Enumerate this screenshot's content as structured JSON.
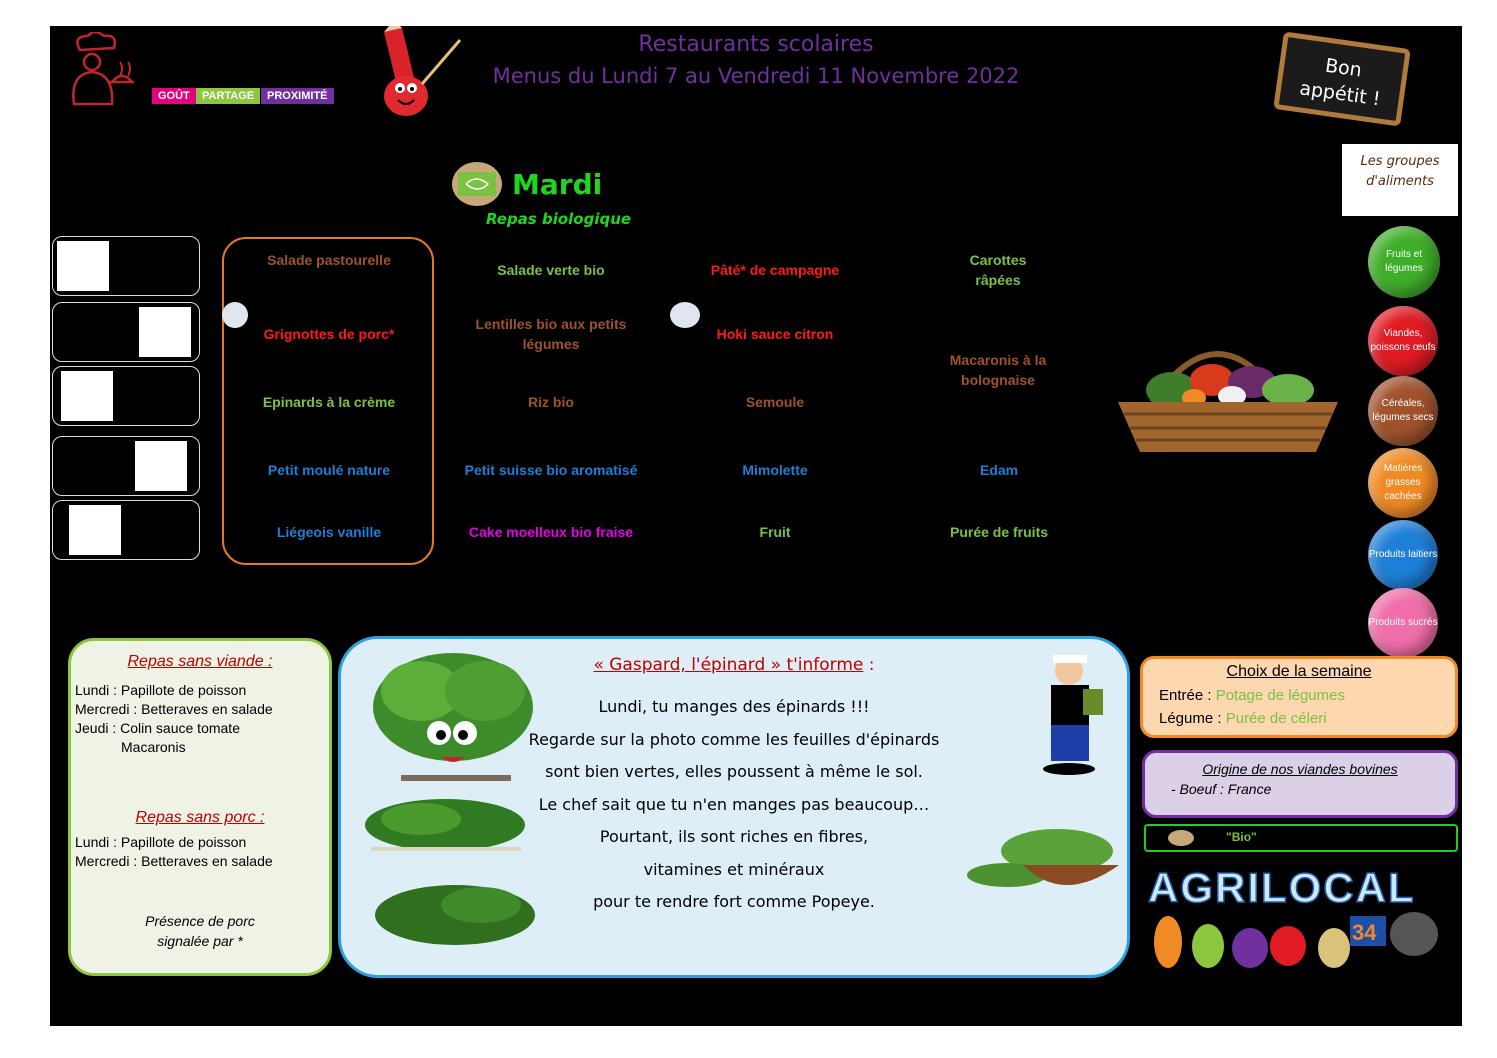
{
  "header": {
    "title": "Restaurants scolaires",
    "subtitle": "Menus du Lundi 7 au Vendredi 11 Novembre 2022",
    "tags": [
      "GOÛT",
      "PARTAGE",
      "PROXIMITÉ"
    ],
    "board": [
      "Bon",
      "appétit !"
    ]
  },
  "groups": {
    "heading": "Les groupes d'aliments",
    "items": [
      {
        "label": "Fruits et légumes",
        "color": "#3fae2a"
      },
      {
        "label": "Viandes, poissons œufs",
        "color": "#e01b24"
      },
      {
        "label": "Céréales, légumes secs",
        "color": "#a0522d"
      },
      {
        "label": "Matières grasses cachées",
        "color": "#f08a24"
      },
      {
        "label": "Produits laitiers",
        "color": "#1e7fd8"
      },
      {
        "label": "Produits sucrés",
        "color": "#f06ea9"
      }
    ]
  },
  "day": {
    "name": "Mardi",
    "note": "Repas biologique"
  },
  "menu": {
    "col1": [
      {
        "text": "Salade pastourelle",
        "color": "#a0522d"
      },
      {
        "text": "Grignottes de porc*",
        "color": "#ff1a1a"
      },
      {
        "text": "Epinards à la crème",
        "color": "#7cc242"
      },
      {
        "text": "Petit moulé nature",
        "color": "#1e7fd8"
      },
      {
        "text": "Liégeois vanille",
        "color": "#1e7fd8"
      }
    ],
    "col2": [
      {
        "text": "Salade verte bio",
        "color": "#7cc242"
      },
      {
        "text": "Lentilles bio aux petits légumes",
        "color": "#a0522d"
      },
      {
        "text": "Riz bio",
        "color": "#a0522d"
      },
      {
        "text": "Petit suisse bio aromatisé",
        "color": "#1e7fd8"
      },
      {
        "text": "Cake moelleux bio fraise",
        "color": "#e600e6"
      }
    ],
    "col3": [
      {
        "text": "Pâté* de campagne",
        "color": "#ff1a1a"
      },
      {
        "text": "Hoki sauce citron",
        "color": "#ff1a1a"
      },
      {
        "text": "Semoule",
        "color": "#a0522d"
      },
      {
        "text": "Mimolette",
        "color": "#1e7fd8"
      },
      {
        "text": "Fruit",
        "color": "#7cc242"
      }
    ],
    "col4": [
      {
        "text": "Carottes râpées",
        "color": "#7cc242"
      },
      {
        "text": "Macaronis à la bolognaise",
        "color": "#a0522d"
      },
      {
        "text": "Edam",
        "color": "#1e7fd8"
      },
      {
        "text": "Purée de fruits",
        "color": "#7cc242"
      }
    ]
  },
  "sans_viande": {
    "heading": "Repas sans viande :",
    "lines": [
      "Lundi : Papillote de poisson",
      "Mercredi : Betteraves en salade",
      "Jeudi : Colin sauce tomate",
      "Macaronis"
    ]
  },
  "sans_porc": {
    "heading": "Repas sans porc :",
    "lines": [
      "Lundi : Papillote de poisson",
      "Mercredi : Betteraves en salade"
    ]
  },
  "porc_note": [
    "Présence de porc",
    "signalée par *"
  ],
  "gaspard": {
    "heading": "« Gaspard, l'épinard » t'informe",
    "colon": ":",
    "lines": [
      "Lundi, tu manges des épinards !!!",
      "Regarde sur la photo comme les feuilles d'épinards",
      "sont bien vertes, elles poussent à même le sol.",
      "Le chef sait que tu n'en manges pas beaucoup…",
      "Pourtant, ils sont riches en fibres,",
      "vitamines et minéraux",
      "pour te rendre fort comme Popeye."
    ]
  },
  "choix": {
    "heading": "Choix de la semaine",
    "entree_label": "Entrée :",
    "entree_value": "Potage de légumes",
    "legume_label": "Légume :",
    "legume_value": "Purée de céleri"
  },
  "origine": {
    "heading": "Origine de nos viandes bovines",
    "line": "- Boeuf : France"
  },
  "bio_label": "\"Bio\"",
  "agrilocal": {
    "name": "AGRILOCAL",
    "number": "34"
  }
}
